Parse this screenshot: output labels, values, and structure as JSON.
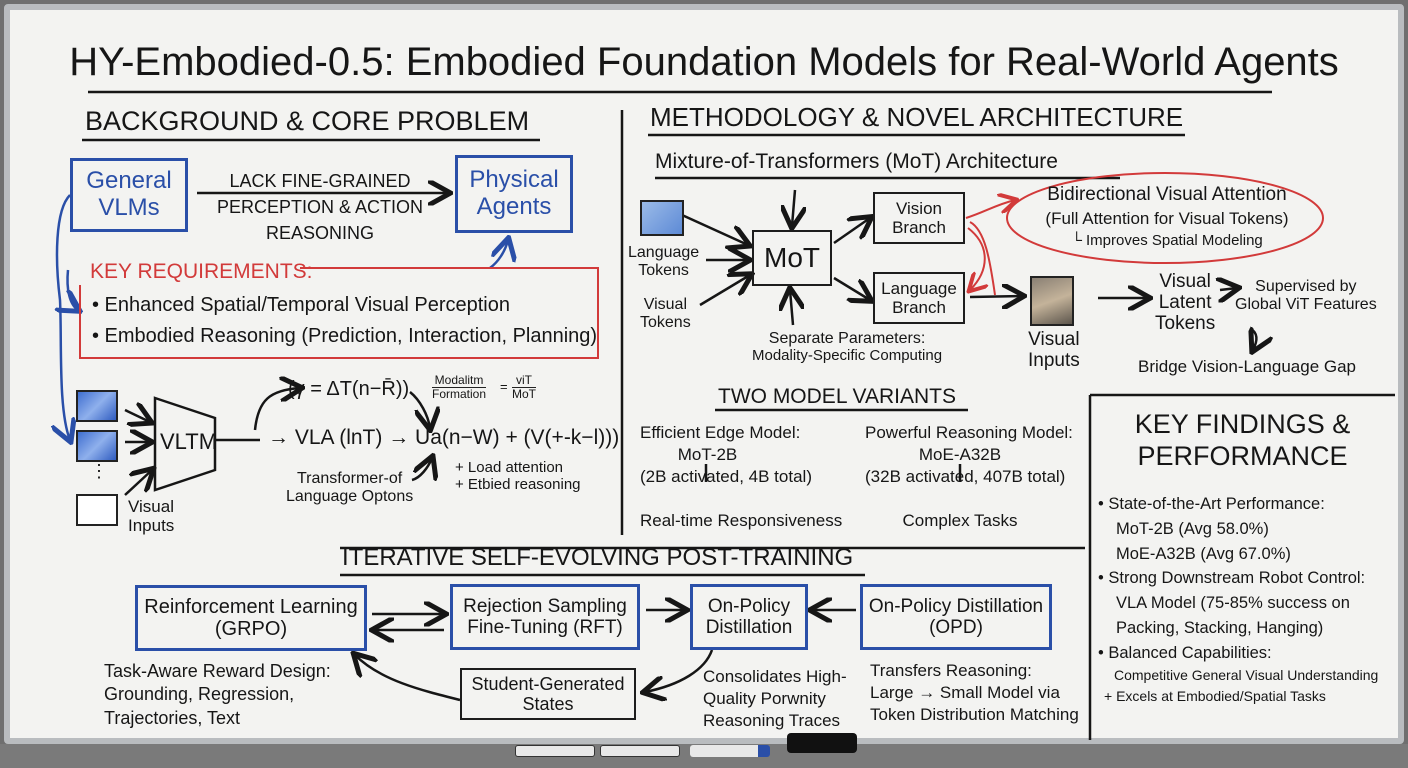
{
  "title": "HY-Embodied-0.5: Embodied Foundation Models for Real-World Agents",
  "background": {
    "heading": "BACKGROUND & CORE PROBLEM",
    "general_vlms": [
      "General",
      "VLMs"
    ],
    "gap": [
      "LACK FINE-GRAINED",
      "PERCEPTION & ACTION",
      "REASONING"
    ],
    "physical_agents": [
      "Physical",
      "Agents"
    ],
    "key_req_label": "KEY REQUIREMENTS:",
    "key_req": [
      "• Enhanced Spatial/Temporal Visual Perception",
      "• Embodied Reasoning (Prediction, Interaction, Planning)"
    ],
    "vltm": "VLTM",
    "visual_inputs": [
      "Visual",
      "Inputs"
    ],
    "formula_top": "(γ = ΔT(n−R̄))",
    "fraction": {
      "num": "Modalitm",
      "den": "Formation",
      "rnum": "viT",
      "rden": "MoT"
    },
    "vla": "→ VLA (lnT) → Ua(n−W) + (V(+-k−l)))",
    "transformer_note": [
      "Transformer-of",
      "Language Optons"
    ],
    "plus_notes": [
      "+ Load attention",
      "+ Etbied reasoning"
    ],
    "dots": "⋮"
  },
  "method": {
    "heading": "METHODOLOGY & NOVEL ARCHITECTURE",
    "subheading": "Mixture-of-Transformers (MoT) Architecture",
    "language_tokens": [
      "Language",
      "Tokens"
    ],
    "visual_tokens": [
      "Visual",
      "Tokens"
    ],
    "mot": "MoT",
    "vision_branch": [
      "Vision",
      "Branch"
    ],
    "language_branch": [
      "Language",
      "Branch"
    ],
    "bidir": [
      "Bidirectional Visual Attention",
      "(Full Attention for Visual Tokens)",
      "└ Improves Spatial Modeling"
    ],
    "separate": [
      "Separate Parameters:",
      "Modality-Specific Computing"
    ],
    "visual_inputs": [
      "Visual",
      "Inputs"
    ],
    "latent": [
      "Visual",
      "Latent",
      "Tokens"
    ],
    "supervised": [
      "Supervised by",
      "Global ViT Features"
    ],
    "bridge": "Bridge Vision-Language Gap"
  },
  "variants": {
    "heading": "TWO MODEL VARIANTS",
    "edge": [
      "Efficient Edge Model:",
      "MoT-2B",
      "(2B activated, 4B total)",
      "↓",
      "Real-time Responsiveness"
    ],
    "reasoning": [
      "Powerful Reasoning Model:",
      "MoE-A32B",
      "(32B activated, 407B total)",
      "↓",
      "Complex Tasks"
    ]
  },
  "findings": {
    "heading": [
      "KEY FINDINGS &",
      "PERFORMANCE"
    ],
    "lines": [
      "• State-of-the-Art Performance:",
      "MoT-2B (Avg 58.0%)",
      "MoE-A32B (Avg 67.0%)",
      "• Strong Downstream Robot Control:",
      "VLA Model (75-85% success on",
      "Packing, Stacking, Hanging)",
      "• Balanced Capabilities:",
      "Competitive General Visual Understanding",
      "+ Excels at Embodied/Spatial Tasks"
    ]
  },
  "training": {
    "heading": "ITERATIVE SELF-EVOLVING POST-TRAINING",
    "rl": [
      "Reinforcement Learning",
      "(GRPO)"
    ],
    "rft": [
      "Rejection Sampling",
      "Fine-Tuning (RFT)"
    ],
    "opd_mid": [
      "On-Policy",
      "Distillation"
    ],
    "opd": [
      "On-Policy Distillation",
      "(OPD)"
    ],
    "student": [
      "Student-Generated",
      "States"
    ],
    "reward": [
      "Task-Aware Reward Design:",
      "Grounding, Regression,",
      "Trajectories, Text"
    ],
    "consolidates": [
      "Consolidates High-",
      "Quality Porwnity",
      "Reasoning Traces"
    ],
    "transfers": [
      "Transfers Reasoning:",
      "Large → Small Model via",
      "Token Distribution Matching"
    ]
  },
  "colors": {
    "blue": "#2a4fa8",
    "red": "#d23a3a",
    "ink": "#161616"
  }
}
